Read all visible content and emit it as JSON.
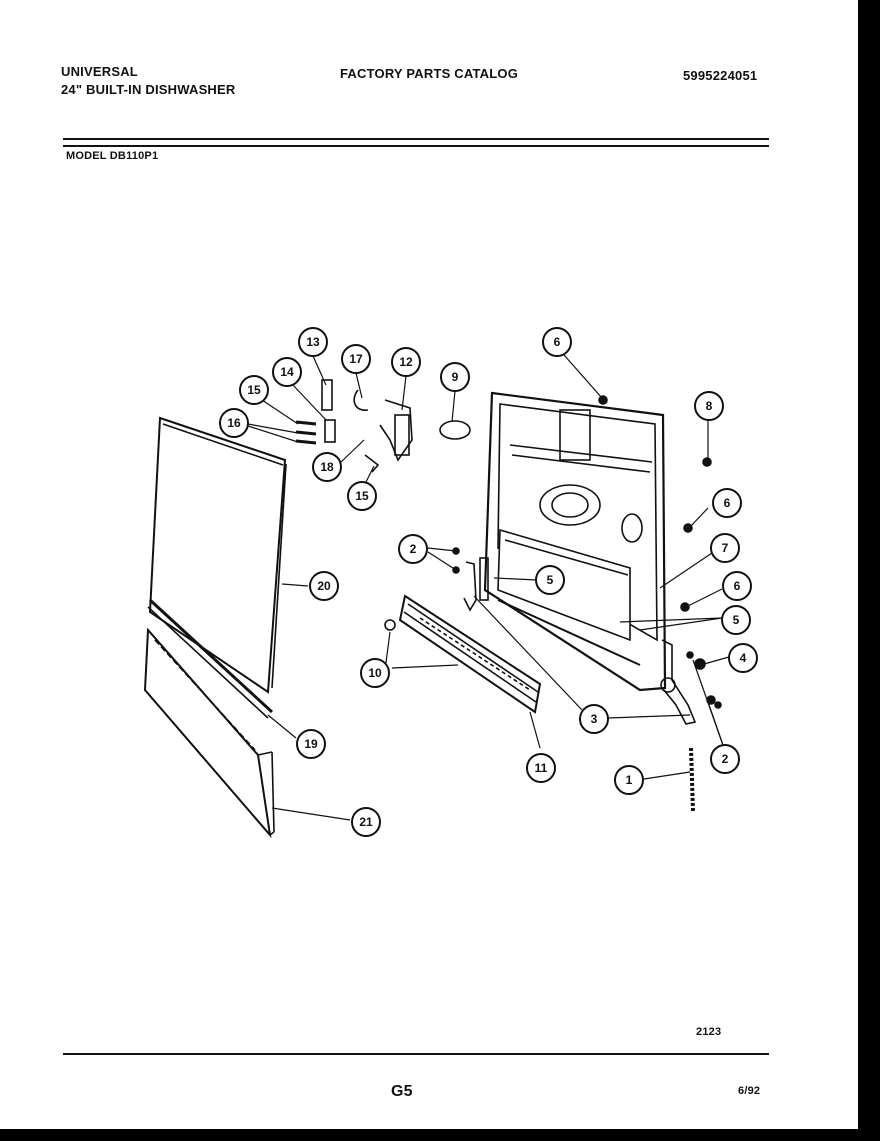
{
  "header": {
    "brand": "UNIVERSAL",
    "product": "24\" BUILT-IN DISHWASHER",
    "catalog": "FACTORY PARTS CATALOG",
    "catalog_number": "5995224051",
    "model": "MODEL DB110P1"
  },
  "footer": {
    "drawing_number": "2123",
    "page": "G5",
    "date": "6/92"
  },
  "callouts": [
    "1",
    "2",
    "3",
    "4",
    "5",
    "6",
    "7",
    "8",
    "9",
    "10",
    "11",
    "12",
    "13",
    "14",
    "15",
    "16",
    "17",
    "18",
    "19",
    "20",
    "21"
  ],
  "colors": {
    "ink": "#111111",
    "frame": "#000000",
    "paper": "#ffffff"
  }
}
